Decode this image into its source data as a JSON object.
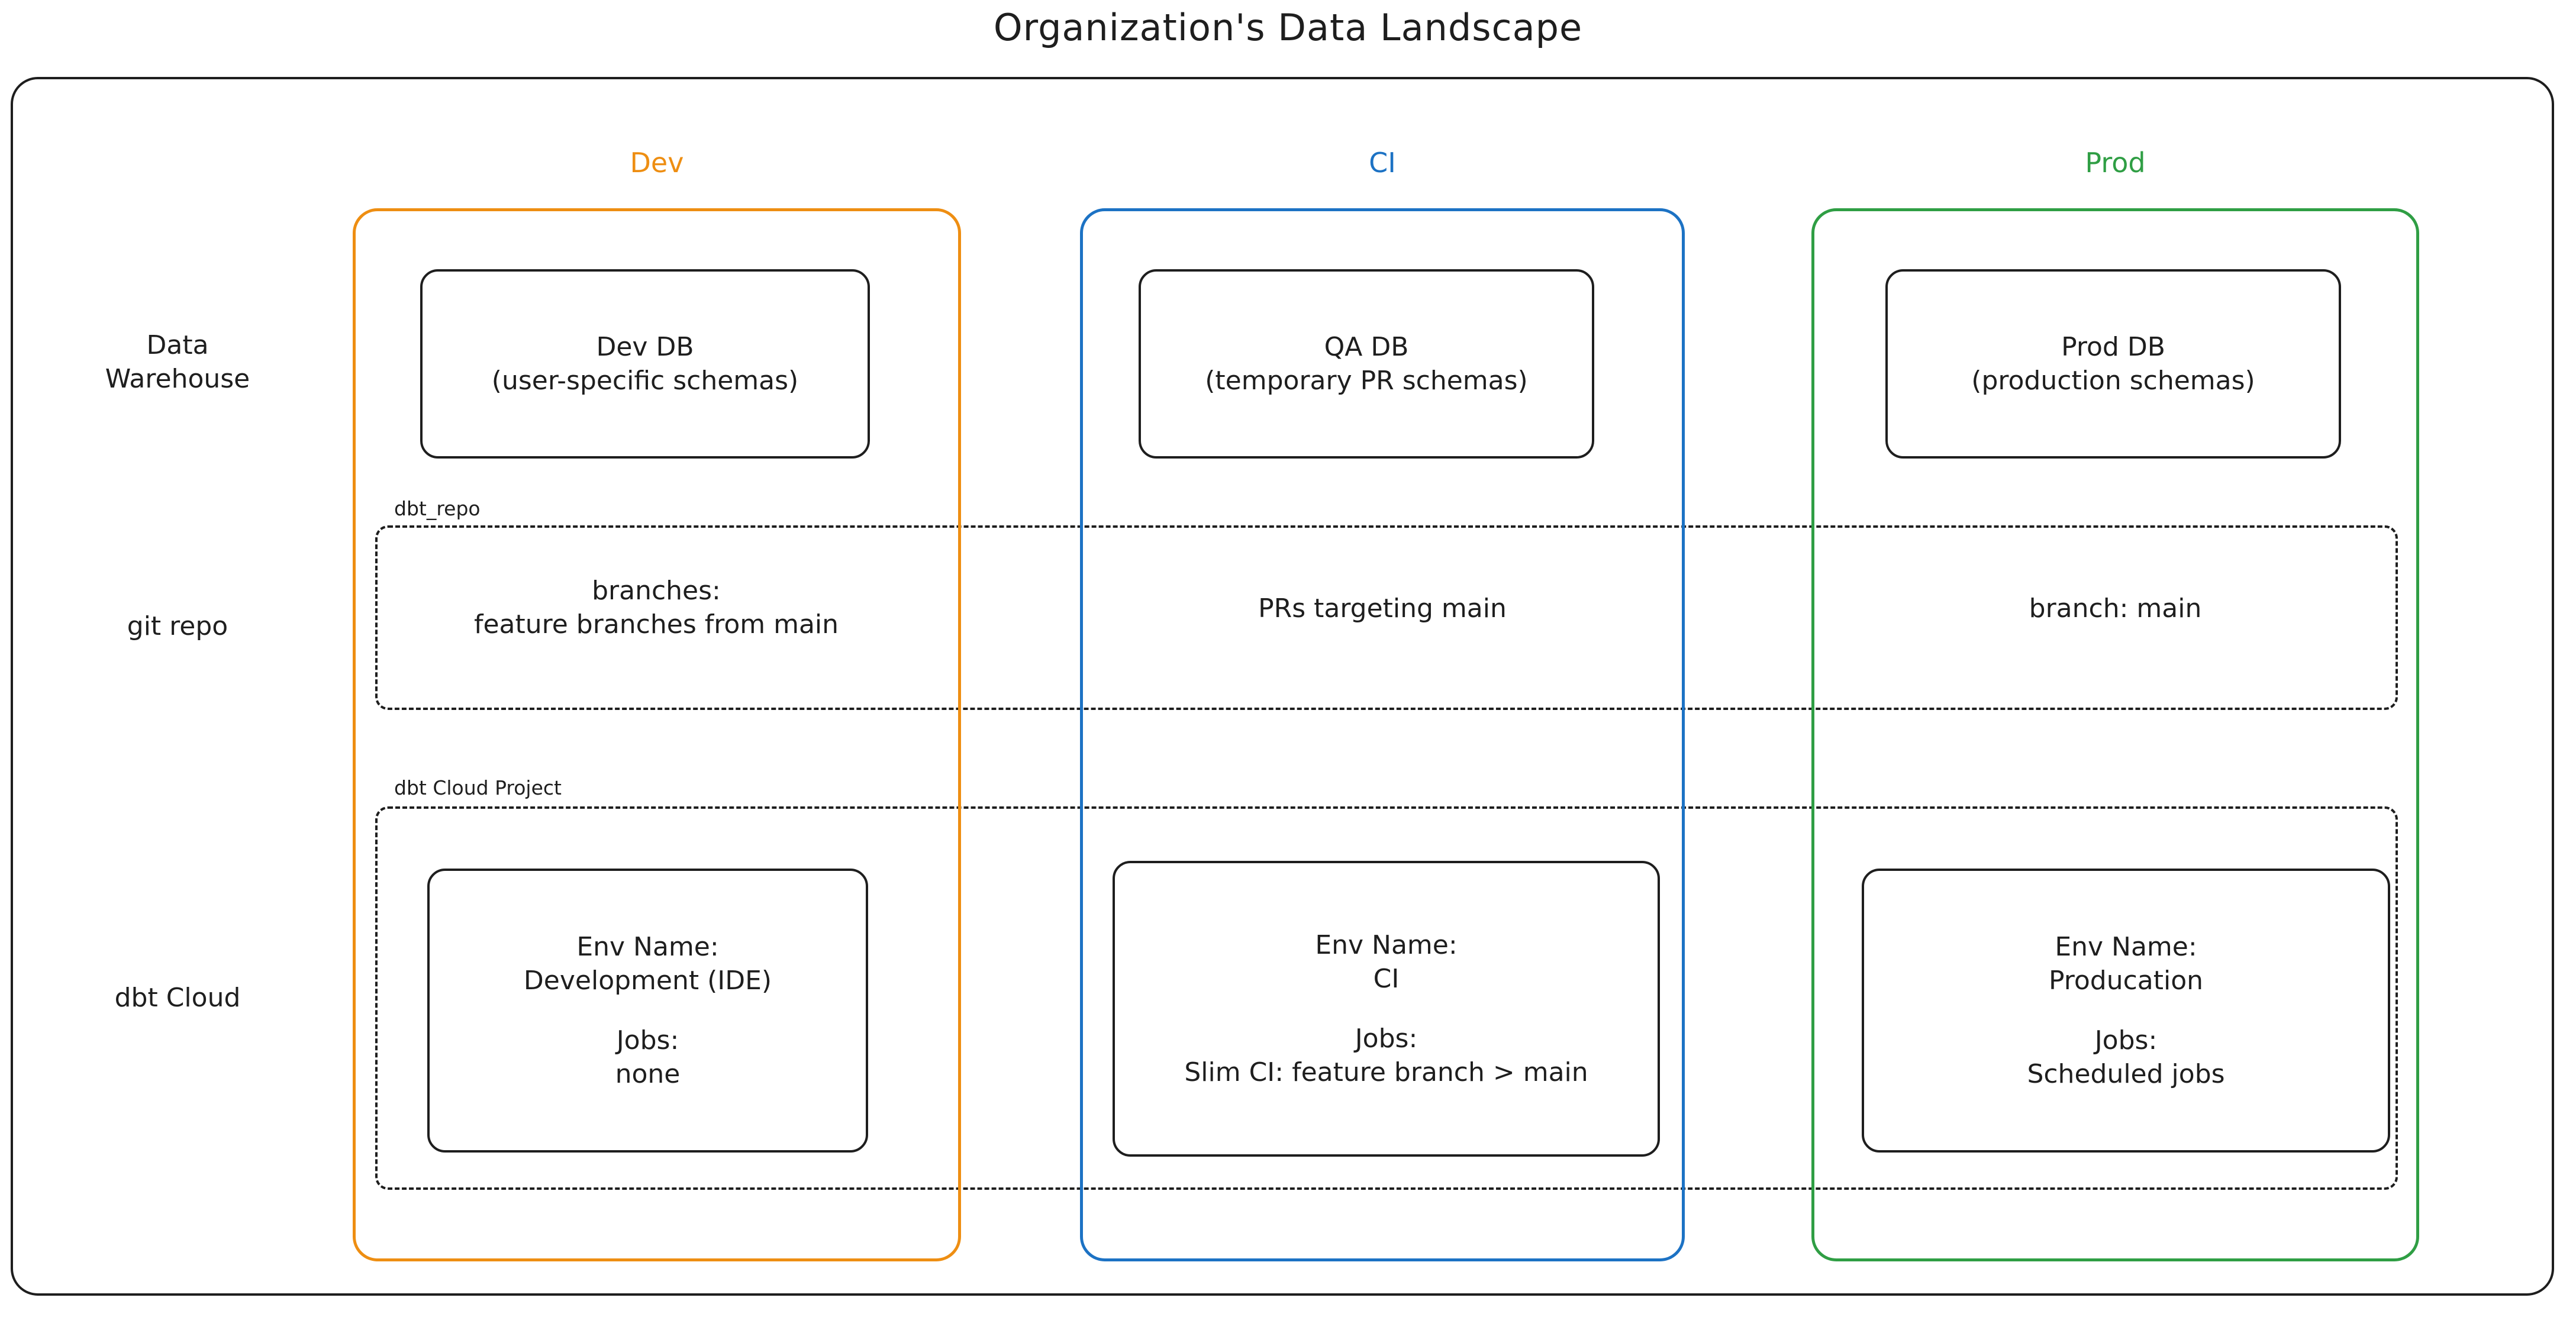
{
  "title": "Organization's Data Landscape",
  "colors": {
    "dev": "#ee8e12",
    "ci": "#1c72c4",
    "prod": "#2f9e44",
    "stroke": "#1e1e1e",
    "background": "#ffffff"
  },
  "environments": [
    {
      "key": "dev",
      "label": "Dev",
      "color": "#ee8e12"
    },
    {
      "key": "ci",
      "label": "CI",
      "color": "#1c72c4"
    },
    {
      "key": "prod",
      "label": "Prod",
      "color": "#2f9e44"
    }
  ],
  "row_labels": {
    "warehouse": {
      "line1": "Data",
      "line2": "Warehouse"
    },
    "git": {
      "line1": "git repo"
    },
    "dbt_cloud": {
      "line1": "dbt Cloud"
    }
  },
  "groups": {
    "repo": {
      "label": "dbt_repo"
    },
    "cloud": {
      "label": "dbt Cloud Project"
    }
  },
  "warehouse": {
    "dev": {
      "line1": "Dev DB",
      "line2": "(user-specific schemas)"
    },
    "ci": {
      "line1": "QA DB",
      "line2": "(temporary PR schemas)"
    },
    "prod": {
      "line1": "Prod DB",
      "line2": "(production schemas)"
    }
  },
  "git_repo": {
    "dev": {
      "line1": "branches:",
      "line2": "feature branches from main"
    },
    "ci": {
      "line1": "PRs targeting main"
    },
    "prod": {
      "line1": "branch: main"
    }
  },
  "dbt_cloud": {
    "dev": {
      "env_label": "Env Name:",
      "env_value": "Development (IDE)",
      "jobs_label": "Jobs:",
      "jobs_value": "none"
    },
    "ci": {
      "env_label": "Env Name:",
      "env_value": "CI",
      "jobs_label": "Jobs:",
      "jobs_value": "Slim CI: feature branch > main"
    },
    "prod": {
      "env_label": "Env Name:",
      "env_value": "Producation",
      "jobs_label": "Jobs:",
      "jobs_value": "Scheduled jobs"
    }
  }
}
